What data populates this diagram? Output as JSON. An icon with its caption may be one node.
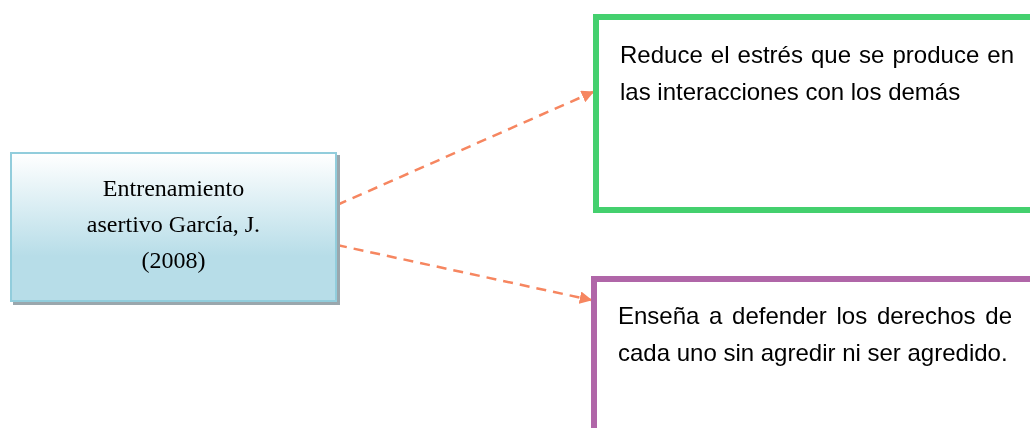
{
  "diagram": {
    "nodes": [
      {
        "text": [
          "Entrenamiento asertivo García, J. (2008)"
        ]
      },
      {
        "text": [
          "Reduce el estrés que se produce en las interacciones con los demás"
        ]
      },
      {
        "text": [
          "Enseña a defender los derechos de cada uno sin agredir ni ser agredido."
        ]
      }
    ],
    "edges": [
      {
        "from": 0,
        "to": 1,
        "arrow": "to",
        "style": "dashed"
      },
      {
        "from": 0,
        "to": 2,
        "arrow": "to",
        "style": "dashed"
      }
    ]
  }
}
